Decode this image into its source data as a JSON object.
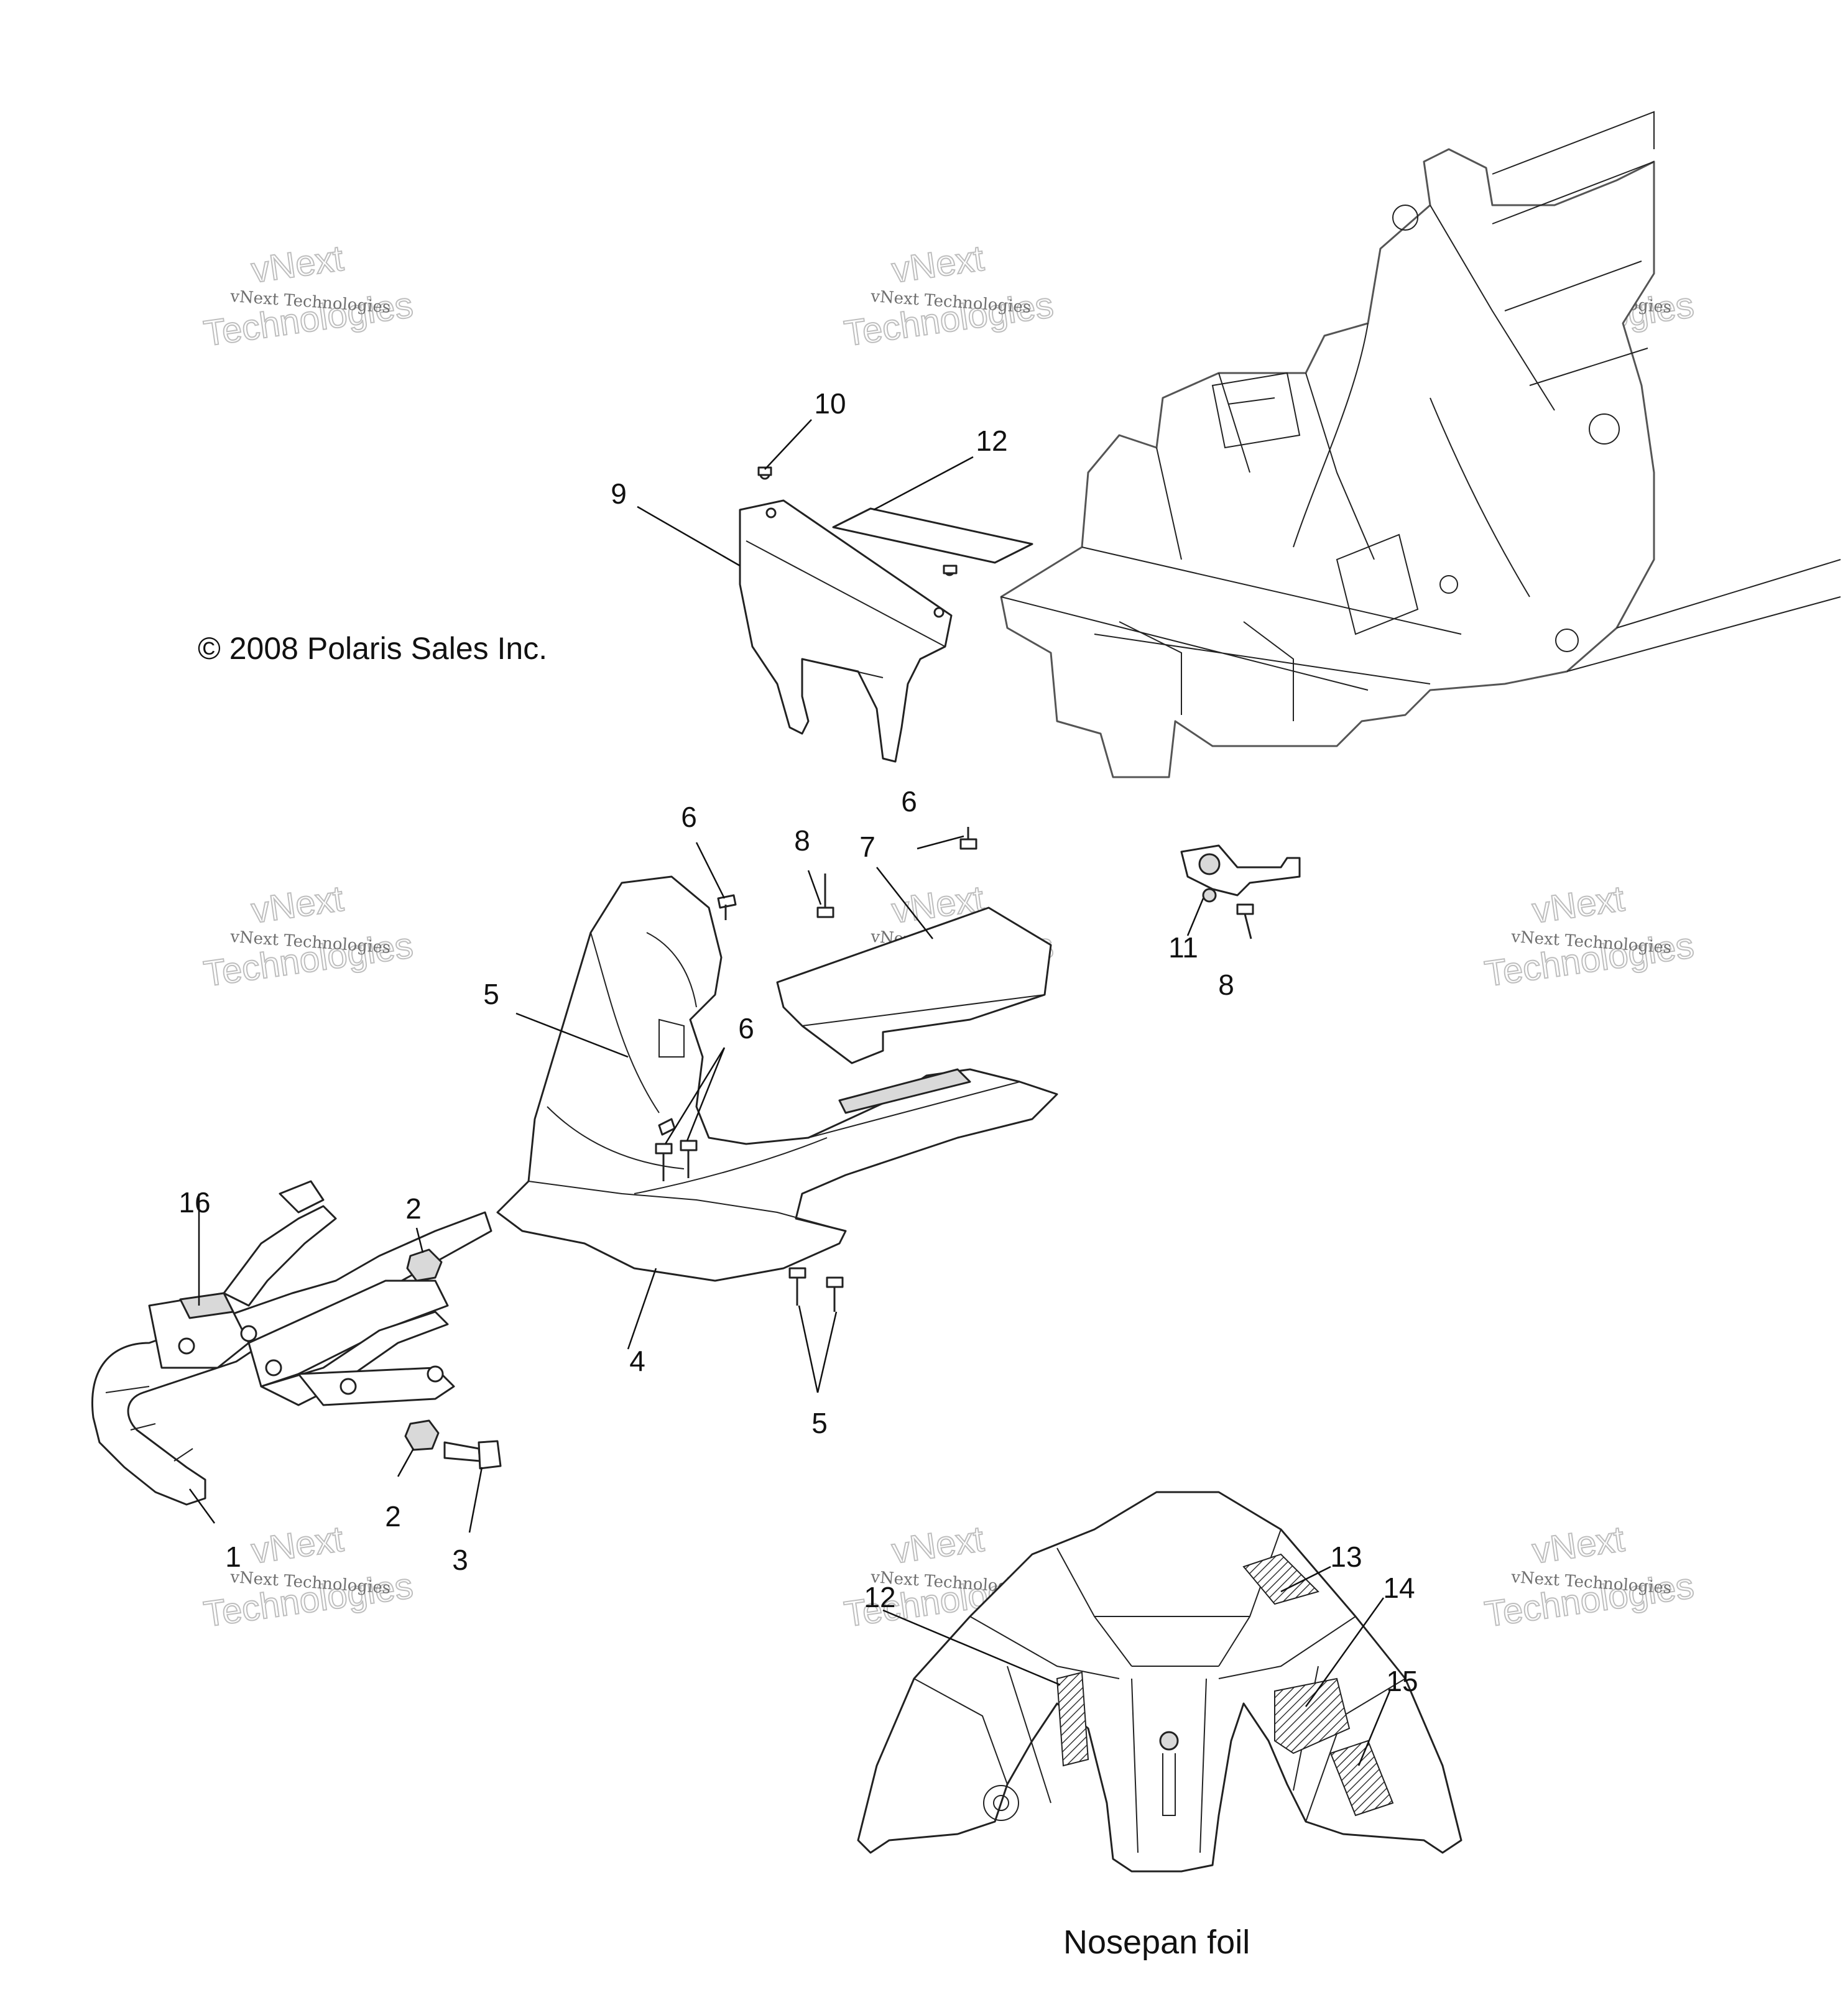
{
  "copyright": "© 2008 Polaris Sales Inc.",
  "caption": "Nosepan foil",
  "watermark": {
    "line_small": "vNext Technologies",
    "line_big_1": "vNext",
    "line_big_2": "Technologies"
  },
  "callouts": {
    "c1": "1",
    "c2a": "2",
    "c2b": "2",
    "c3": "3",
    "c4": "4",
    "c5a": "5",
    "c5b": "5",
    "c6a": "6",
    "c6b": "6",
    "c6c": "6",
    "c7": "7",
    "c8a": "8",
    "c8b": "8",
    "c9": "9",
    "c10": "10",
    "c11": "11",
    "c12a": "12",
    "c12b": "12",
    "c13": "13",
    "c14": "14",
    "c15": "15",
    "c16": "16"
  }
}
